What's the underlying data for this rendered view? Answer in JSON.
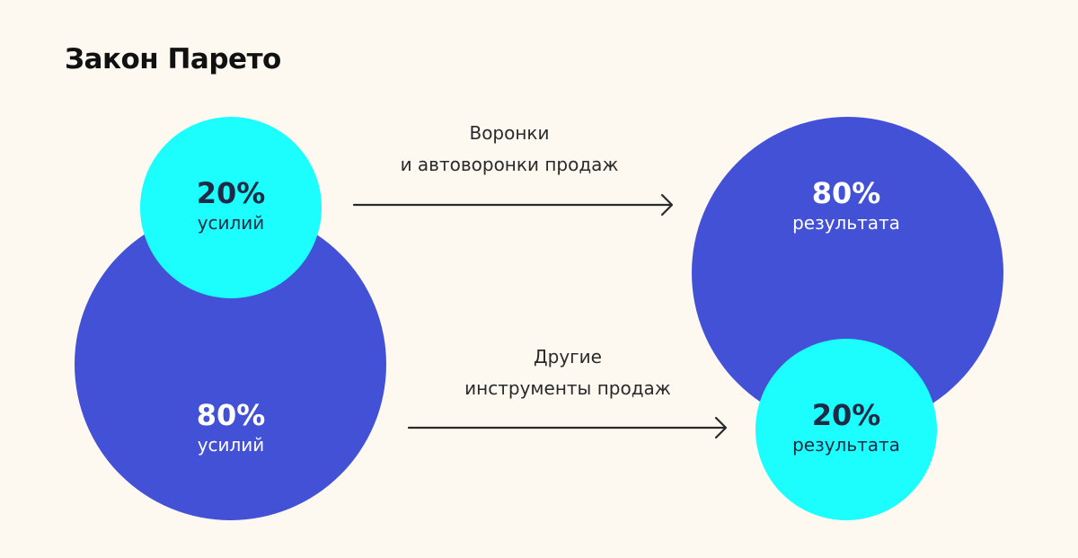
{
  "title": "Закон Парето",
  "colors": {
    "background": "#fdf9f1",
    "blue": "#4251d6",
    "cyan": "#1cfefe",
    "arrow": "#2a2a2a"
  },
  "left": {
    "small": {
      "percent": "20%",
      "label": "усилий"
    },
    "big": {
      "percent": "80%",
      "label": "усилий"
    }
  },
  "right": {
    "big": {
      "percent": "80%",
      "label": "результата"
    },
    "small": {
      "percent": "20%",
      "label": "результата"
    }
  },
  "arrows": {
    "top": {
      "line1": "Воронки",
      "line2": "и автоворонки продаж"
    },
    "bottom": {
      "line1": "Другие",
      "line2": "инструменты продаж"
    }
  }
}
